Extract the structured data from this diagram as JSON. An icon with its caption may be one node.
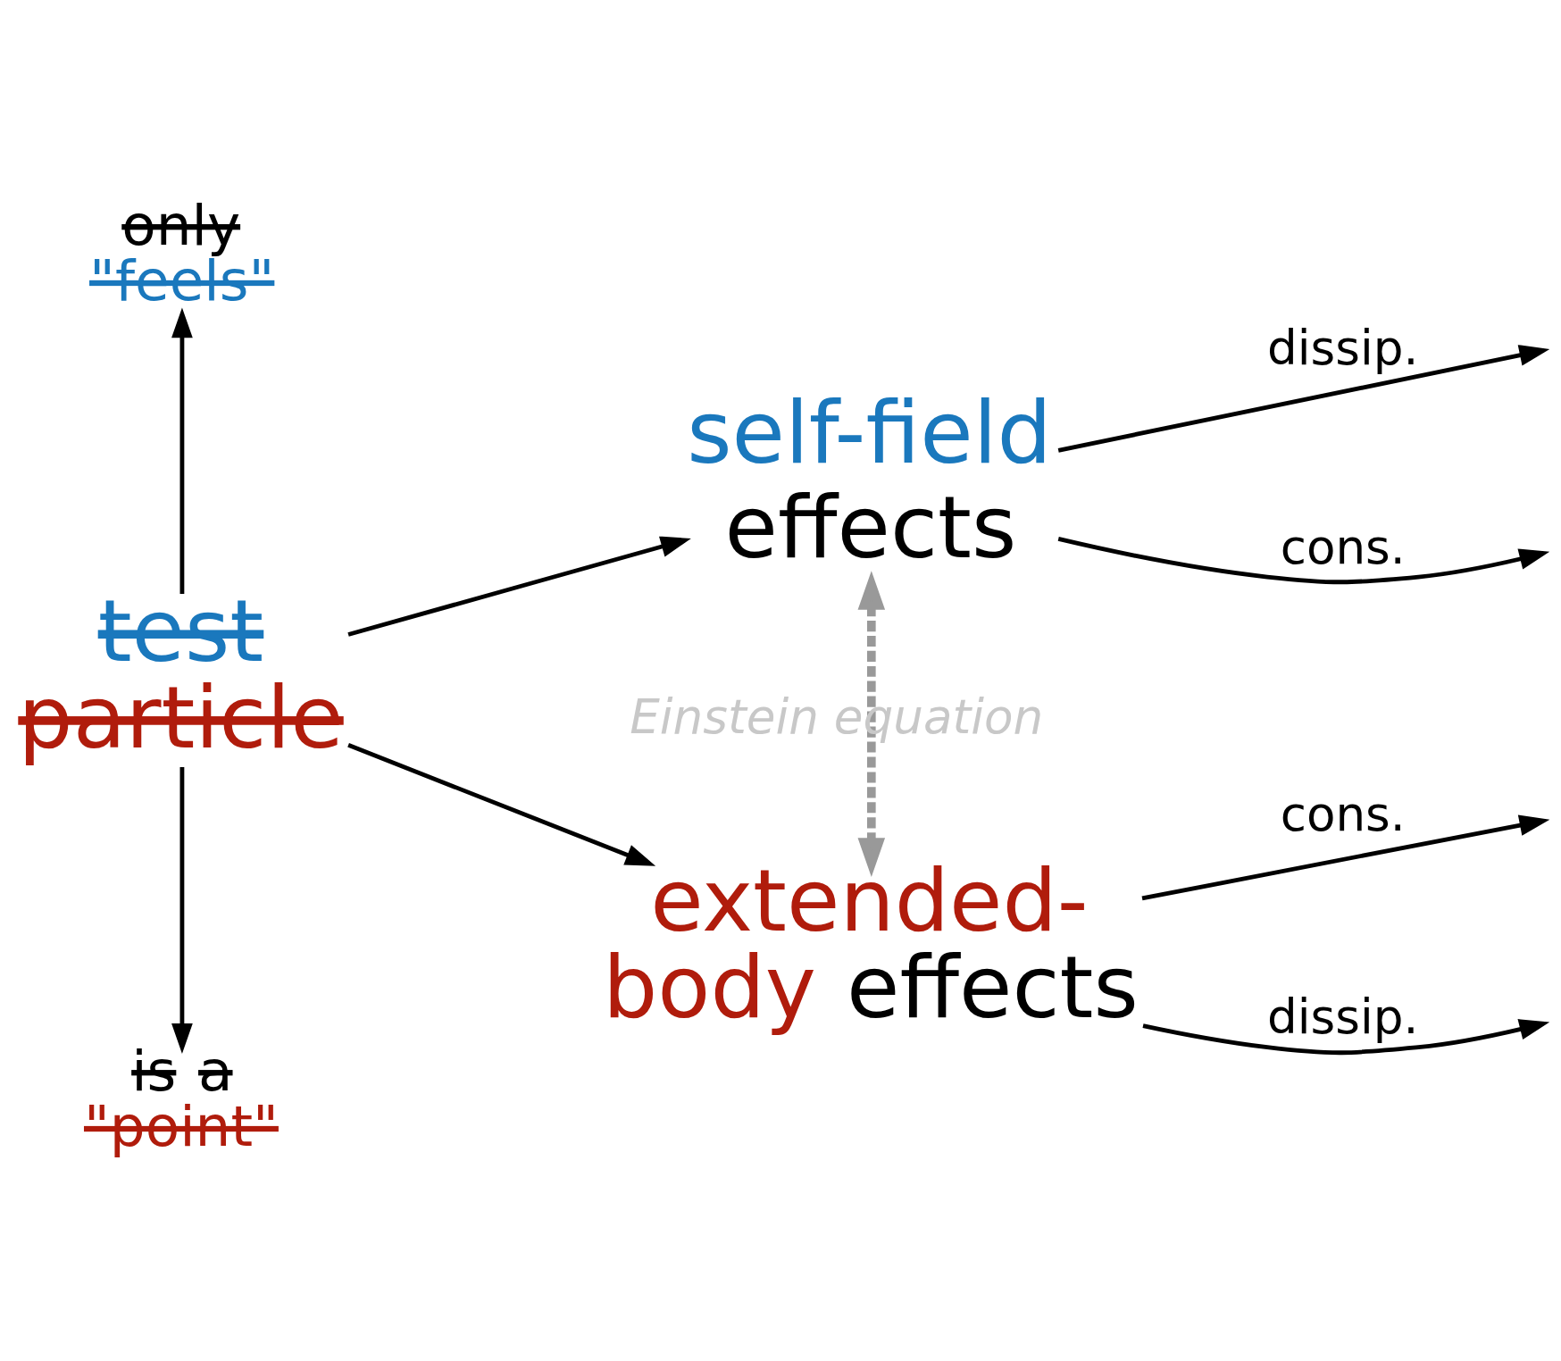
{
  "diagram": {
    "nodes": [
      {
        "text": [
          "only",
          "\"feels\""
        ]
      },
      {
        "text": [
          "test",
          "particle"
        ]
      },
      {
        "text": [
          "is a",
          "\"point\""
        ]
      },
      {
        "text": [
          "self-field",
          "effects"
        ]
      },
      {
        "text": [
          "extended- body",
          "effects"
        ]
      }
    ],
    "edges": [
      {
        "from": 1,
        "to": 0,
        "arrow": "to"
      },
      {
        "from": 1,
        "to": 2,
        "arrow": "to"
      },
      {
        "from": 1,
        "to": 3,
        "arrow": "to"
      },
      {
        "from": 1,
        "to": 4,
        "arrow": "to"
      },
      {
        "from": 3,
        "to": null,
        "arrow": "to",
        "label": "dissip."
      },
      {
        "from": 3,
        "to": null,
        "arrow": "to",
        "label": "cons."
      },
      {
        "from": 4,
        "to": null,
        "arrow": "to",
        "label": "cons."
      },
      {
        "from": 4,
        "to": null,
        "arrow": "to",
        "label": "dissip."
      },
      {
        "from": 3,
        "to": 4,
        "arrow": "both",
        "style": "dashed",
        "color": "#999999",
        "label": "Einstein equation"
      }
    ]
  }
}
